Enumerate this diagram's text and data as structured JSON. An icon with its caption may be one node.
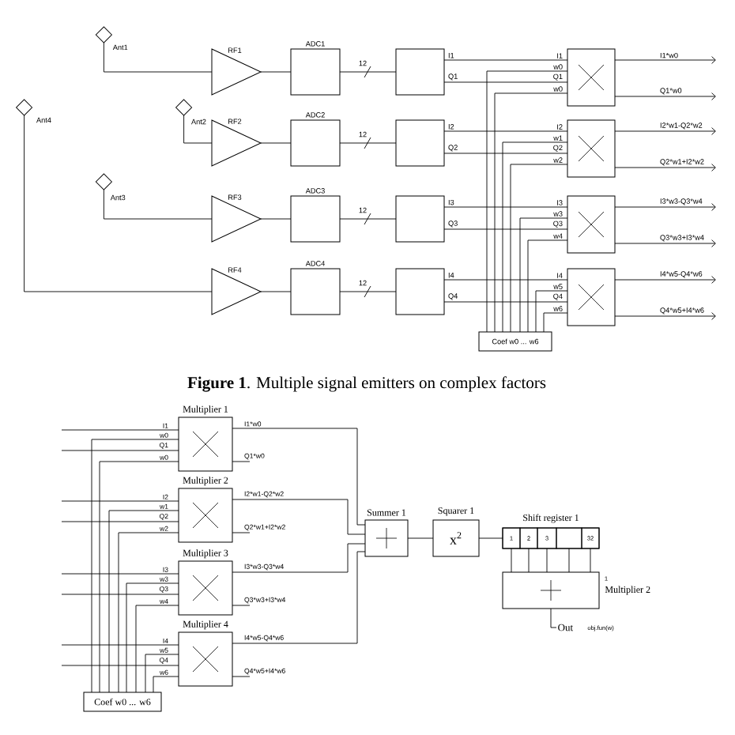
{
  "diagram": {
    "caption": "**Figure 1**. Multiple signal emitters on complex factors",
    "nodes": [
      {
        "text": [],
        "shape": "diamond",
        "beside": [
          "Ant1"
        ]
      },
      {
        "text": [],
        "shape": "diamond",
        "beside": [
          "Ant4"
        ]
      },
      {
        "text": [],
        "shape": "diamond",
        "beside": [
          "Ant2"
        ]
      },
      {
        "text": [],
        "shape": "diamond",
        "beside": [
          "Ant3"
        ]
      },
      {
        "text": [
          "RF1"
        ]
      },
      {
        "text": [
          "RF2"
        ]
      },
      {
        "text": [
          "RF3"
        ]
      },
      {
        "text": [
          "RF4"
        ]
      },
      {
        "text": [
          "ADC1"
        ]
      },
      {
        "text": [
          "ADC2"
        ]
      },
      {
        "text": [
          "ADC3"
        ]
      },
      {
        "text": [
          "ADC4"
        ]
      },
      {
        "text": [],
        "shape": "box"
      },
      {
        "text": [],
        "shape": "box"
      },
      {
        "text": [],
        "shape": "box"
      },
      {
        "text": [],
        "shape": "box"
      },
      {
        "text": [],
        "shape": "box"
      },
      {
        "text": [],
        "shape": "box"
      },
      {
        "text": [],
        "shape": "box"
      },
      {
        "text": [],
        "shape": "box"
      },
      {
        "text": [
          "Coef w0 ... w6"
        ]
      },
      {
        "text": [
          "Multiplier 1"
        ]
      },
      {
        "text": [
          "Multiplier 2"
        ]
      },
      {
        "text": [
          "Multiplier 3"
        ]
      },
      {
        "text": [
          "Multiplier 4"
        ]
      },
      {
        "text": [
          "Coef w0 ... w6"
        ]
      },
      {
        "text": [
          "Summer 1"
        ]
      },
      {
        "text": [
          "Squarer 1",
          "x$^{2}$"
        ]
      },
      {
        "text": [
          "Shift register 1"
        ]
      },
      {
        "text": [
          "1"
        ],
        "in": 28
      },
      {
        "text": [
          "2"
        ],
        "in": 28
      },
      {
        "text": [
          "3"
        ],
        "in": 28
      },
      {
        "text": [],
        "shape": "box",
        "in": 28
      },
      {
        "text": [
          "32"
        ],
        "in": 28
      },
      {
        "text": [
          "Multiplier 2"
        ]
      },
      {
        "text": [
          "Out"
        ],
        "beside": [
          "obj.fun(w)"
        ]
      }
    ],
    "edges": [
      {
        "from": 0,
        "to": 4,
        "arrow": "none"
      },
      {
        "from": 2,
        "to": 5,
        "arrow": "none"
      },
      {
        "from": 3,
        "to": 6,
        "arrow": "none"
      },
      {
        "from": 1,
        "to": 7,
        "arrow": "none"
      },
      {
        "from": 4,
        "to": 8,
        "arrow": "none"
      },
      {
        "from": 5,
        "to": 9,
        "arrow": "none"
      },
      {
        "from": 6,
        "to": 10,
        "arrow": "none"
      },
      {
        "from": 7,
        "to": 11,
        "arrow": "none"
      },
      {
        "from": 8,
        "to": 12,
        "arrow": "none",
        "label": "12"
      },
      {
        "from": 9,
        "to": 13,
        "arrow": "none",
        "label": "12"
      },
      {
        "from": 10,
        "to": 14,
        "arrow": "none",
        "label": "12"
      },
      {
        "from": 11,
        "to": 15,
        "arrow": "none",
        "label": "12"
      },
      {
        "from": 12,
        "to": 16,
        "arrow": "none"
      },
      {
        "from": 12,
        "to": 16,
        "arrow": "none"
      },
      {
        "from": 13,
        "to": 17,
        "arrow": "none"
      },
      {
        "from": 13,
        "to": 17,
        "arrow": "none"
      },
      {
        "from": 14,
        "to": 18,
        "arrow": "none"
      },
      {
        "from": 14,
        "to": 18,
        "arrow": "none"
      },
      {
        "from": 15,
        "to": 19,
        "arrow": "none"
      },
      {
        "from": 15,
        "to": 19,
        "arrow": "none"
      },
      {
        "from": 20,
        "to": 16,
        "arrow": "none"
      },
      {
        "from": 20,
        "to": 16,
        "arrow": "none"
      },
      {
        "from": 20,
        "to": 17,
        "arrow": "none"
      },
      {
        "from": 20,
        "to": 17,
        "arrow": "none"
      },
      {
        "from": 20,
        "to": 18,
        "arrow": "none"
      },
      {
        "from": 20,
        "to": 18,
        "arrow": "none"
      },
      {
        "from": 20,
        "to": 19,
        "arrow": "none"
      },
      {
        "from": 20,
        "to": 19,
        "arrow": "none"
      },
      {
        "from": 16,
        "to": null,
        "arrow": "to",
        "label": "I1*w0"
      },
      {
        "from": 16,
        "to": null,
        "arrow": "to",
        "label": "Q1*w0"
      },
      {
        "from": 17,
        "to": null,
        "arrow": "to",
        "label": "I2*w1-Q2*w2"
      },
      {
        "from": 17,
        "to": null,
        "arrow": "to",
        "label": "Q2*w1+I2*w2"
      },
      {
        "from": 18,
        "to": null,
        "arrow": "to",
        "label": "I3*w3-Q3*w4"
      },
      {
        "from": 18,
        "to": null,
        "arrow": "to",
        "label": "Q3*w3+I3*w4"
      },
      {
        "from": 19,
        "to": null,
        "arrow": "to",
        "label": "I4*w5-Q4*w6"
      },
      {
        "from": 19,
        "to": null,
        "arrow": "to",
        "label": "Q4*w5+I4*w6"
      },
      {
        "from": null,
        "to": 21,
        "arrow": "none"
      },
      {
        "from": null,
        "to": 21,
        "arrow": "none"
      },
      {
        "from": null,
        "to": 22,
        "arrow": "none"
      },
      {
        "from": null,
        "to": 22,
        "arrow": "none"
      },
      {
        "from": null,
        "to": 23,
        "arrow": "none"
      },
      {
        "from": null,
        "to": 23,
        "arrow": "none"
      },
      {
        "from": null,
        "to": 24,
        "arrow": "none"
      },
      {
        "from": null,
        "to": 24,
        "arrow": "none"
      },
      {
        "from": 25,
        "to": 21,
        "arrow": "none"
      },
      {
        "from": 25,
        "to": 21,
        "arrow": "none"
      },
      {
        "from": 25,
        "to": 22,
        "arrow": "none"
      },
      {
        "from": 25,
        "to": 22,
        "arrow": "none"
      },
      {
        "from": 25,
        "to": 23,
        "arrow": "none"
      },
      {
        "from": 25,
        "to": 23,
        "arrow": "none"
      },
      {
        "from": 25,
        "to": 24,
        "arrow": "none"
      },
      {
        "from": 25,
        "to": 24,
        "arrow": "none"
      },
      {
        "from": 21,
        "to": 26,
        "arrow": "none",
        "label": "I1*w0"
      },
      {
        "from": 22,
        "to": 26,
        "arrow": "none",
        "label": "I2*w1-Q2*w2"
      },
      {
        "from": 23,
        "to": 26,
        "arrow": "none",
        "label": "I3*w3-Q3*w4"
      },
      {
        "from": 24,
        "to": 26,
        "arrow": "none",
        "label": "I4*w5-Q4*w6"
      },
      {
        "from": 21,
        "to": null,
        "arrow": "none",
        "label": "Q1*w0"
      },
      {
        "from": 22,
        "to": null,
        "arrow": "none",
        "label": "Q2*w1+I2*w2"
      },
      {
        "from": 23,
        "to": null,
        "arrow": "none",
        "label": "Q3*w3+I3*w4"
      },
      {
        "from": 24,
        "to": null,
        "arrow": "none",
        "label": "Q4*w5+I4*w6"
      },
      {
        "from": 26,
        "to": 27,
        "arrow": "none"
      },
      {
        "from": 27,
        "to": 28,
        "arrow": "none"
      },
      {
        "from": 29,
        "to": 34,
        "arrow": "none"
      },
      {
        "from": 30,
        "to": 34,
        "arrow": "none"
      },
      {
        "from": 31,
        "to": 34,
        "arrow": "none"
      },
      {
        "from": 32,
        "to": 34,
        "arrow": "none"
      },
      {
        "from": 33,
        "to": 34,
        "arrow": "none"
      },
      {
        "from": 34,
        "to": 35,
        "arrow": "none"
      }
    ],
    "labels": [
      "I1",
      "Q1",
      "I1",
      "w0",
      "Q1",
      "w0",
      "I2",
      "Q2",
      "I2",
      "w1",
      "Q2",
      "w2",
      "I3",
      "Q3",
      "I3",
      "w3",
      "Q3",
      "w4",
      "I4",
      "Q4",
      "I4",
      "w5",
      "Q4",
      "w6",
      "I1",
      "w0",
      "Q1",
      "w0",
      "I2",
      "w1",
      "Q2",
      "w2",
      "I3",
      "w3",
      "Q3",
      "w4",
      "I4",
      "w5",
      "Q4",
      "w6",
      "1"
    ]
  }
}
